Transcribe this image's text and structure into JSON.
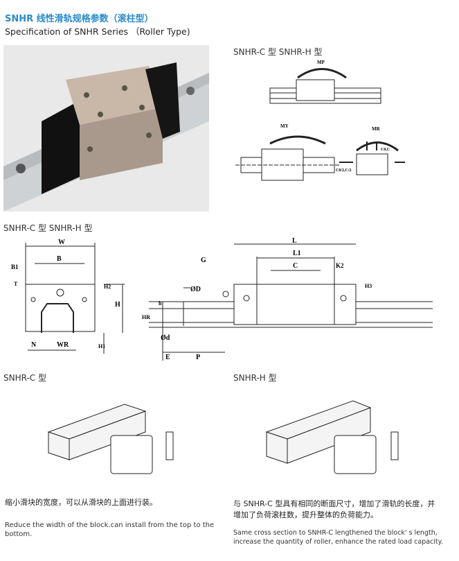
{
  "header": {
    "title": "SNHR 线性滑轨规格参数（滚柱型）",
    "subtitle": "Specification of SNHR Series （Roller Type)"
  },
  "moment_section": {
    "heading": "SNHR-C 型  SNHR-H 型",
    "labels": {
      "mp": "MP",
      "my": "MY",
      "mr": "MR",
      "c0c": "C0,C",
      "c02": "C0/2,C/2"
    }
  },
  "dimension_section": {
    "heading": "SNHR-C 型  SNHR-H 型",
    "labels": {
      "W": "W",
      "B": "B",
      "B1": "B1",
      "T": "T",
      "H2": "H2",
      "H": "H",
      "N": "N",
      "WR": "WR",
      "H1": "H1",
      "G": "G",
      "D": "ØD",
      "h": "h",
      "HR": "HR",
      "d": "Ød",
      "E": "E",
      "P": "P",
      "L": "L",
      "L1": "L1",
      "C": "C",
      "K2": "K2",
      "H3": "H3"
    }
  },
  "models": [
    {
      "heading": "SNHR-C 型",
      "desc_cn": "缩小滑块的宽度，可以从滑块的上面进行装。",
      "desc_en": "Reduce the width of the block.can install from the top to the bottom."
    },
    {
      "heading": "SNHR-H 型",
      "desc_cn": "与 SNHR-C 型具有相同的断面尺寸，增加了滑轨的长度，并增加了负荷滚柱数，提升整体的负荷能力。",
      "desc_en": "Same cross section to SNHR-C lengthened the block' s length, increase the quantity of roller, enhance the rated load capacity."
    }
  ],
  "colors": {
    "title": "#2a8bc9"
  }
}
